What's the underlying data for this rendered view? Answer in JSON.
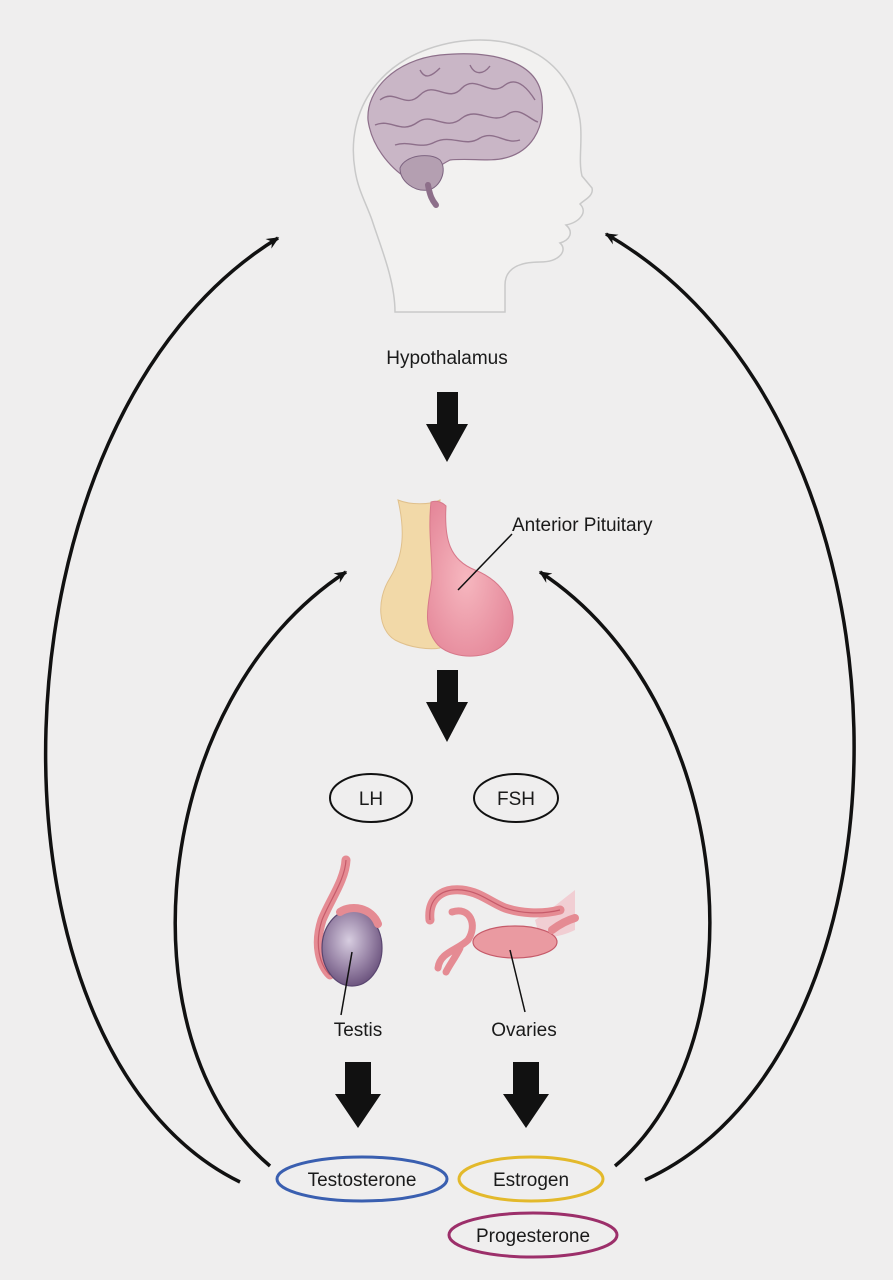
{
  "labels": {
    "hypothalamus": "Hypothalamus",
    "anterior_pituitary": "Anterior Pituitary",
    "lh": "LH",
    "fsh": "FSH",
    "testis": "Testis",
    "ovaries": "Ovaries",
    "testosterone": "Testosterone",
    "estrogen": "Estrogen",
    "progesterone": "Progesterone"
  },
  "colors": {
    "background": "#efeeee",
    "testosterone_outline": "#3a5fb0",
    "estrogen_outline": "#e3b92b",
    "progesterone_outline": "#9c2f6a",
    "arrow": "#111111",
    "brain": "#c9b6c6",
    "pituitary_posterior": "#f2d9a8",
    "pituitary_anterior": "#ec9ea8",
    "testis_fill": "#8a6e95",
    "ovary_fill": "#e69096"
  }
}
